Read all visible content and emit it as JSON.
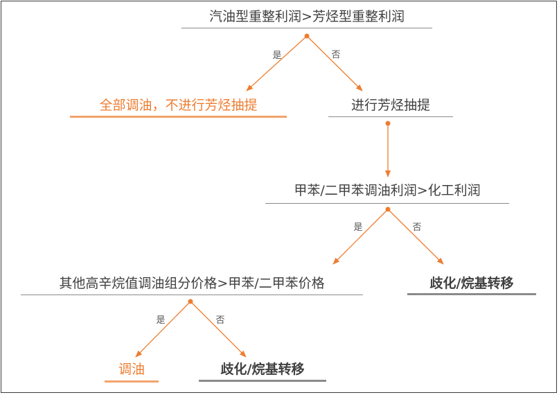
{
  "nodes": {
    "n1": "汽油型重整利润>芳烃型重整利润",
    "n2": "全部调油，不进行芳烃抽提",
    "n3": "进行芳烃抽提",
    "n4": "甲苯/二甲苯调油利润>化工利润",
    "n5": "其他高辛烷值调油组分价格>甲苯/二甲苯价格",
    "n6": "歧化/烷基转移",
    "n7": "调油",
    "n8": "歧化/烷基转移"
  },
  "edge_labels": {
    "yes": "是",
    "no": "否"
  },
  "colors": {
    "accent": "#ee7d31",
    "text": "#404040",
    "line_gray": "#8a8a8a",
    "underline_orange": "#f2a36b"
  }
}
